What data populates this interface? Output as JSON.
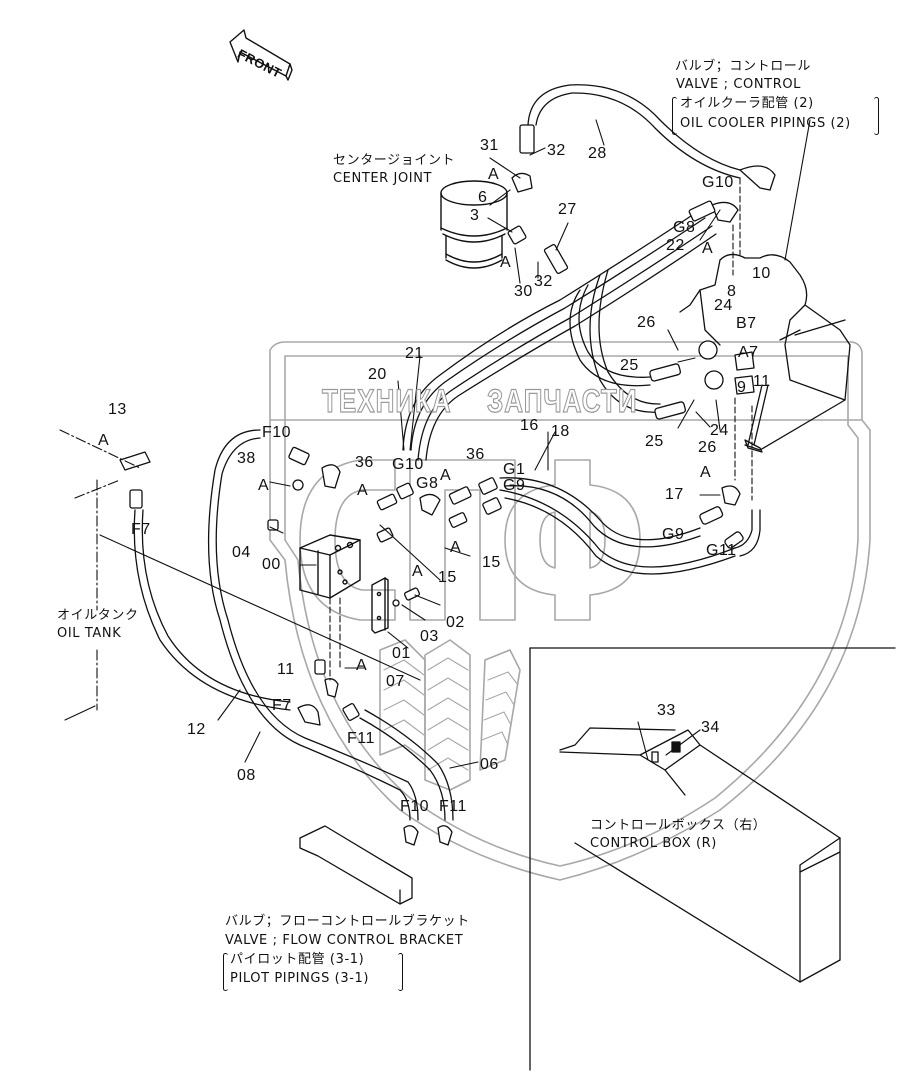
{
  "diagram": {
    "front_arrow_label": "FRONT",
    "watermark": {
      "left_text": "ТЕХНИКА",
      "right_text": "ЗАПЧАСТИ"
    },
    "captions": {
      "control_valve": {
        "jp": "バルブ；コントロール",
        "en": "VALVE ; CONTROL",
        "sub_jp": "オイルクーラ配管 (2)",
        "sub_en": "OIL COOLER  PIPINGS (2)"
      },
      "center_joint": {
        "jp": "センタージョイント",
        "en": "CENTER  JOINT"
      },
      "oil_tank": {
        "jp": "オイルタンク",
        "en": "OIL  TANK"
      },
      "control_box": {
        "jp": "コントロールボックス（右）",
        "en": "CONTROL  BOX (R)"
      },
      "flow_control_bracket": {
        "jp": "バルブ；フローコントロールブラケット",
        "en": "VALVE ; FLOW  CONTROL  BRACKET",
        "sub_jp": "パイロット配管 (3-1)",
        "sub_en": "PILOT  PIPINGS (3-1)"
      }
    },
    "part_labels": {
      "p31": "31",
      "p32a": "32",
      "p28": "28",
      "p6": "6",
      "p3": "3",
      "p27": "27",
      "p30": "30",
      "p32b": "32",
      "pA1": "A",
      "pA2": "A",
      "G10a": "G10",
      "G8a": "G8",
      "p22": "22",
      "pA3": "A",
      "p10": "10",
      "p8": "8",
      "p24a": "24",
      "p26a": "26",
      "B7": "B7",
      "A7": "A7",
      "p25a": "25",
      "p9": "9",
      "p11a": "11",
      "p25b": "25",
      "p26b": "26",
      "p24b": "24",
      "p21": "21",
      "p20": "20",
      "F10a": "F10",
      "p38": "38",
      "pA4": "A",
      "p36a": "36",
      "pA5": "A",
      "G10b": "G10",
      "G8b": "G8",
      "p36b": "36",
      "pA6": "A",
      "p16": "16",
      "p18": "18",
      "G1a": "G1",
      "G9a": "G9",
      "pA7": "A",
      "p17": "17",
      "G9b": "G9",
      "G11": "G11",
      "p13": "13",
      "pA8": "A",
      "F7a": "F7",
      "p04": "04",
      "p00": "00",
      "pA9": "A",
      "p15a": "15",
      "pA10": "A",
      "p15b": "15",
      "p02": "02",
      "p03": "03",
      "p01": "01",
      "p11b": "11",
      "pA11": "A",
      "p07": "07",
      "p12": "12",
      "F7b": "F7",
      "F11a": "F11",
      "p08": "08",
      "p06": "06",
      "F10b": "F10",
      "F11b": "F11",
      "p33": "33",
      "p34": "34"
    }
  }
}
